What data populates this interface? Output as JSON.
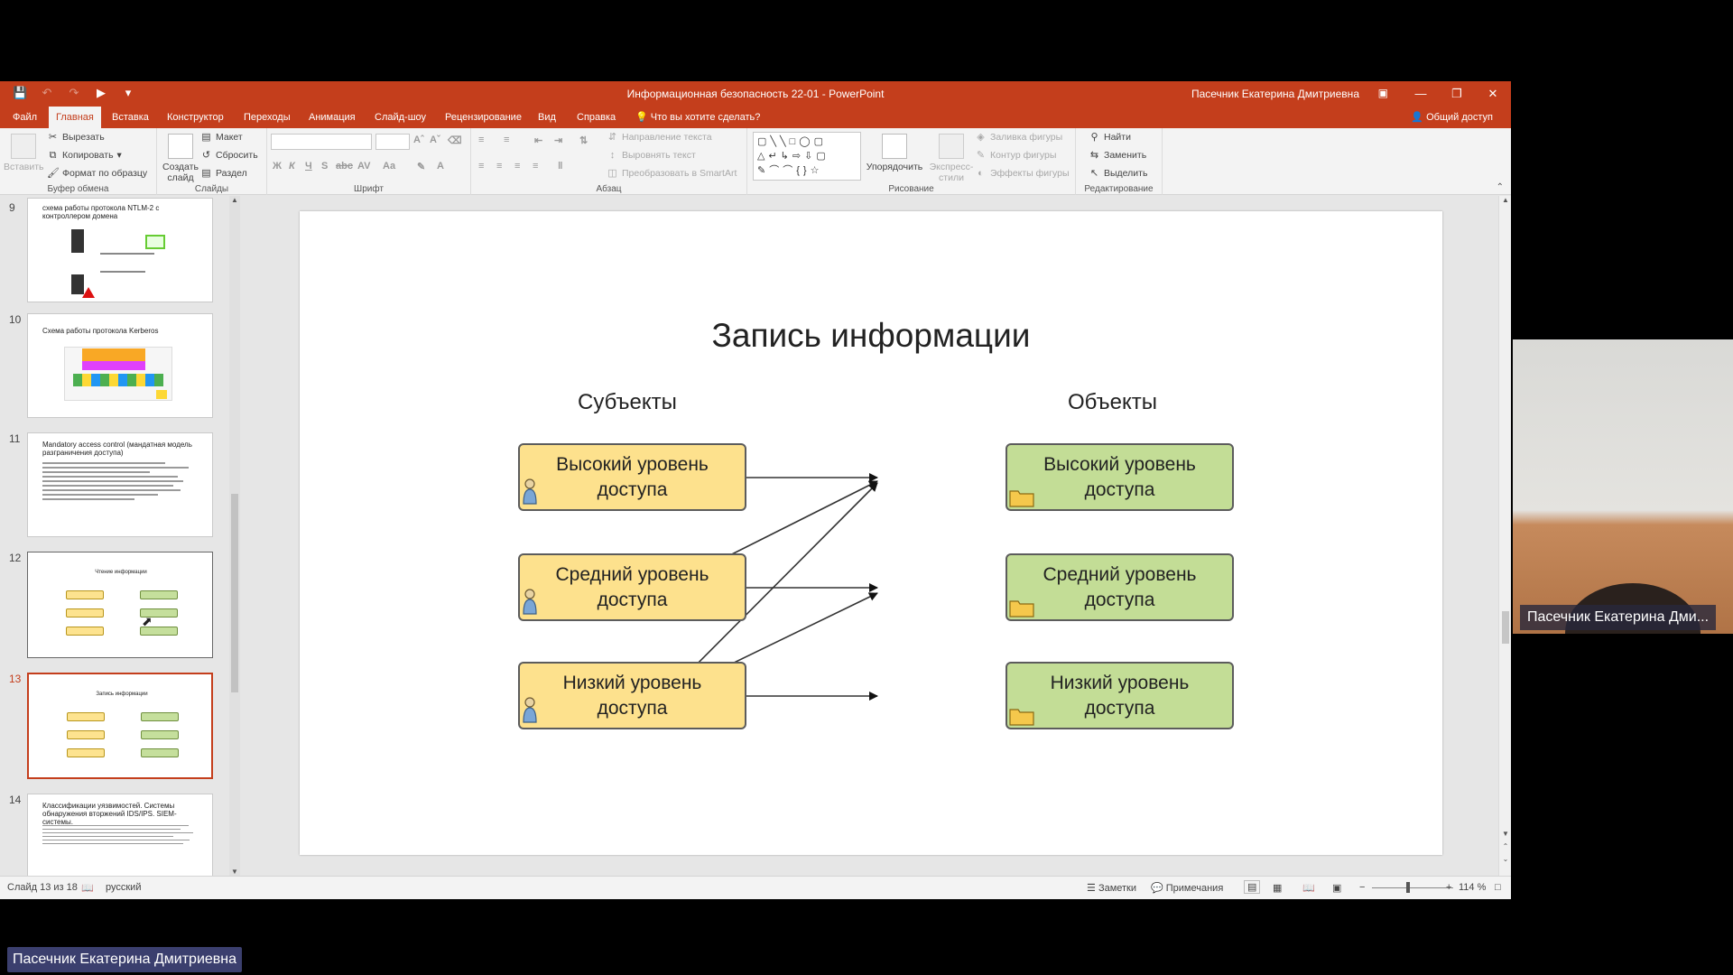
{
  "window": {
    "doc_title": "Информационная безопасность 22-01  -  PowerPoint",
    "user_name": "Пасечник Екатерина Дмитриевна"
  },
  "tabs": {
    "items": [
      "Файл",
      "Главная",
      "Вставка",
      "Конструктор",
      "Переходы",
      "Анимация",
      "Слайд-шоу",
      "Рецензирование",
      "Вид",
      "Справка"
    ],
    "active": "Главная",
    "tell_me": "Что вы хотите сделать?",
    "share": "Общий доступ"
  },
  "ribbon": {
    "clipboard": {
      "paste": "Вставить",
      "cut": "Вырезать",
      "copy": "Копировать",
      "format_painter": "Формат по образцу",
      "label": "Буфер обмена"
    },
    "slides": {
      "new_slide_1": "Создать",
      "new_slide_2": "слайд",
      "layout": "Макет",
      "reset": "Сбросить",
      "section": "Раздел",
      "label": "Слайды"
    },
    "font": {
      "label": "Шрифт"
    },
    "paragraph": {
      "text_direction": "Направление текста",
      "align_text": "Выровнять текст",
      "smartart": "Преобразовать в SmartArt",
      "label": "Абзац"
    },
    "drawing": {
      "arrange": "Упорядочить",
      "quick_styles_1": "Экспресс-",
      "quick_styles_2": "стили",
      "shape_fill": "Заливка фигуры",
      "shape_outline": "Контур фигуры",
      "shape_effects": "Эффекты фигуры",
      "label": "Рисование"
    },
    "editing": {
      "find": "Найти",
      "replace": "Заменить",
      "select": "Выделить",
      "label": "Редактирование"
    }
  },
  "thumbnails": [
    {
      "num": "9",
      "title": "схема работы протокола NTLM-2 с контроллером домена"
    },
    {
      "num": "10",
      "title": "Схема работы протокола Kerberos"
    },
    {
      "num": "11",
      "title": "Mandatory access control (мандатная модель разграничения доступа)"
    },
    {
      "num": "12",
      "title": "Чтение информации"
    },
    {
      "num": "13",
      "title": "Запись информации"
    },
    {
      "num": "14",
      "title": "Классификации уязвимостей. Системы обнаружения вторжений IDS/IPS. SIEM-системы."
    }
  ],
  "slide": {
    "title": "Запись информации",
    "subjects_heading": "Субъекты",
    "objects_heading": "Объекты",
    "subjects": [
      {
        "line1": "Высокий уровень",
        "line2": "доступа"
      },
      {
        "line1": "Средний уровень",
        "line2": "доступа"
      },
      {
        "line1": "Низкий уровень",
        "line2": "доступа"
      }
    ],
    "objects": [
      {
        "line1": "Высокий уровень",
        "line2": "доступа"
      },
      {
        "line1": "Средний уровень",
        "line2": "доступа"
      },
      {
        "line1": "Низкий уровень",
        "line2": "доступа"
      }
    ],
    "colors": {
      "subject_fill": "#fde18d",
      "object_fill": "#c3dd96",
      "border": "#5c5c5c"
    }
  },
  "status": {
    "slide_of": "Слайд 13 из 18",
    "language": "русский",
    "notes": "Заметки",
    "comments": "Примечания",
    "zoom": "114 %"
  },
  "video": {
    "participant_name": "Пасечник Екатерина Дми..."
  },
  "presenter": {
    "name": "Пасечник Екатерина Дмитриевна"
  },
  "colors": {
    "accent": "#c43e1c"
  }
}
